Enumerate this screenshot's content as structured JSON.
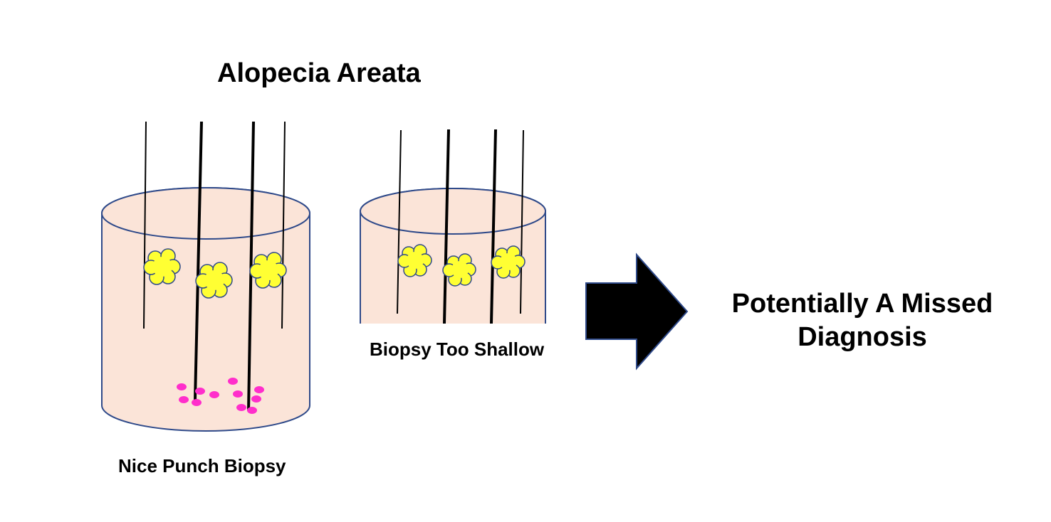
{
  "title": "Alopecia Areata",
  "nice_biopsy": {
    "label": "Nice Punch Biopsy"
  },
  "shallow_biopsy": {
    "label": "Biopsy Too Shallow"
  },
  "conclusion": "Potentially A Missed Diagnosis",
  "colors": {
    "skin_fill": "#fbe4d8",
    "outline": "#2f4a8a",
    "hair": "#000000",
    "peribulbar_infiltrate": "#ffff33",
    "bulb_cells": "#ff2ecb",
    "arrow": "#000000"
  },
  "icons": {
    "arrow": "right-arrow-icon"
  }
}
